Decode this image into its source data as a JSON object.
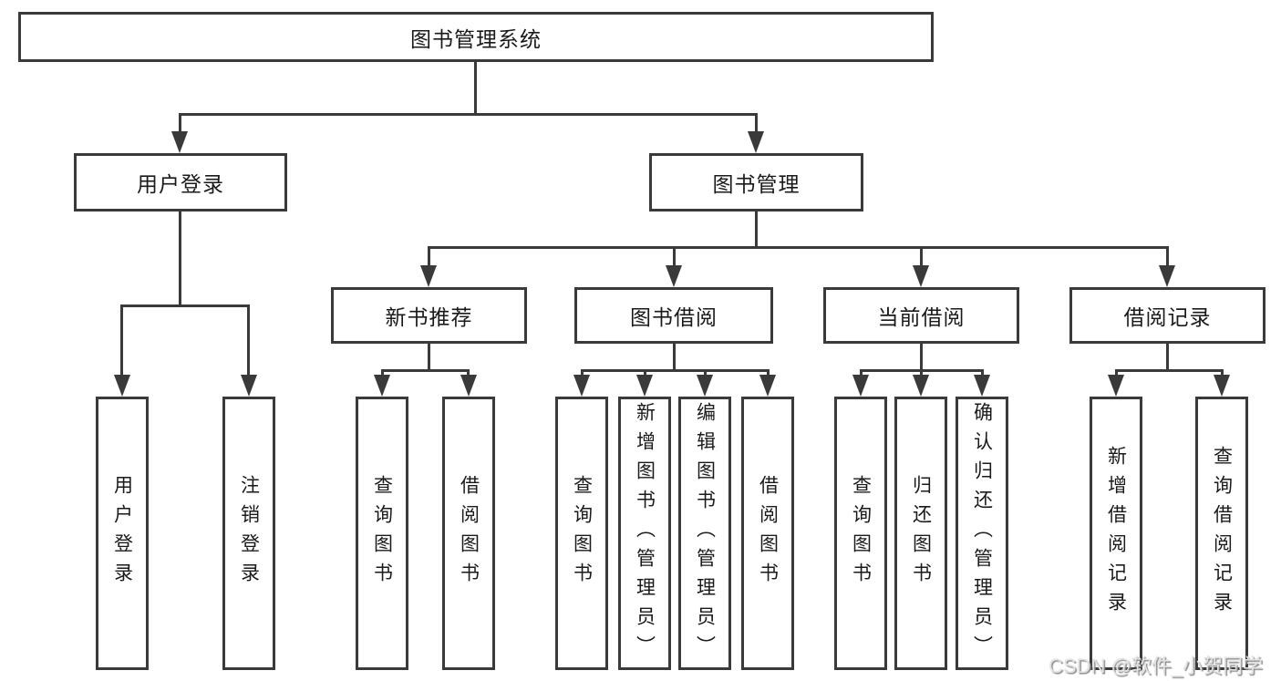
{
  "diagram_title": "图书管理系统",
  "hierarchy": {
    "root": "图书管理系统",
    "children": [
      {
        "label": "用户登录",
        "children": [
          {
            "label": "用户登录"
          },
          {
            "label": "注销登录"
          }
        ]
      },
      {
        "label": "图书管理",
        "children": [
          {
            "label": "新书推荐",
            "children": [
              {
                "label": "查询图书"
              },
              {
                "label": "借阅图书"
              }
            ]
          },
          {
            "label": "图书借阅",
            "children": [
              {
                "label": "查询图书"
              },
              {
                "label": "新增图书（管理员）"
              },
              {
                "label": "编辑图书（管理员）"
              },
              {
                "label": "借阅图书"
              }
            ]
          },
          {
            "label": "当前借阅",
            "children": [
              {
                "label": "查询图书"
              },
              {
                "label": "归还图书"
              },
              {
                "label": "确认归还（管理员）"
              }
            ]
          },
          {
            "label": "借阅记录",
            "children": [
              {
                "label": "新增借阅记录"
              },
              {
                "label": "查询借阅记录"
              }
            ]
          }
        ]
      }
    ]
  },
  "watermark": {
    "text": "CSDN @软件_小贺同学"
  },
  "colors": {
    "line": "#3a3a3a",
    "text": "#1a1a1a",
    "background": "#ffffff",
    "watermark": "#e2e2e2"
  }
}
